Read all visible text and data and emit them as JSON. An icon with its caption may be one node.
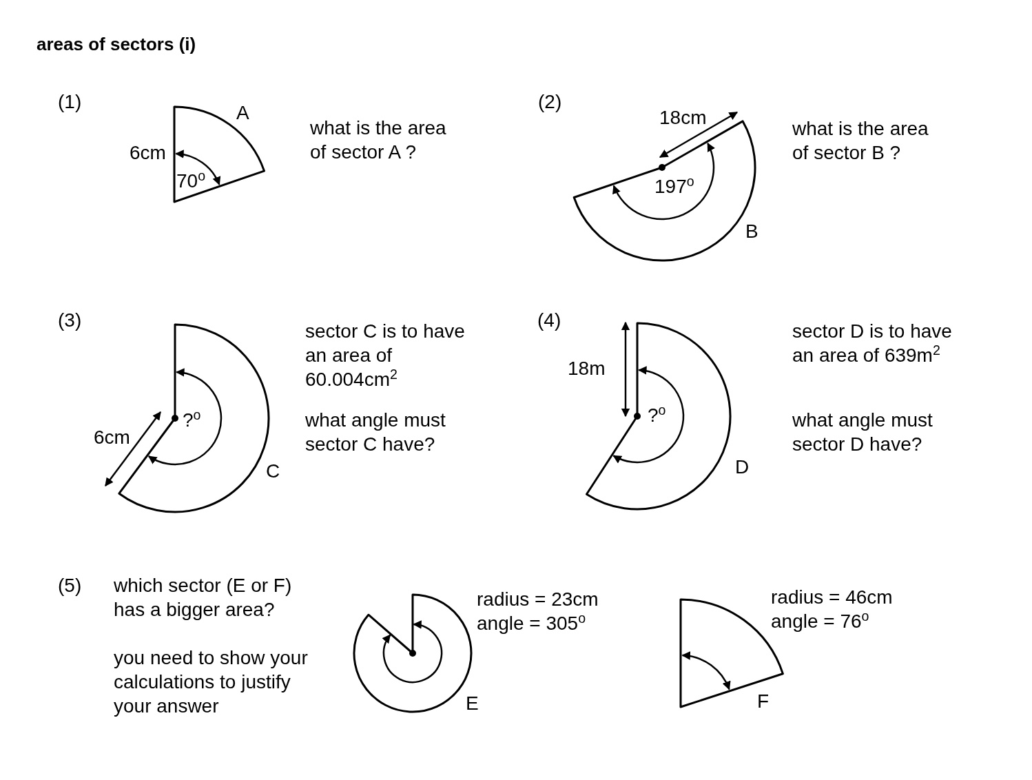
{
  "diagram": {
    "title": "areas of sectors (i)",
    "nodes": [
      {
        "text": [
          "70$^{o}$"
        ],
        "beside": [
          "A"
        ]
      },
      {
        "text": [
          "197$^{o}$"
        ],
        "beside": [
          "B"
        ]
      },
      {
        "text": [
          "?$^{o}$"
        ],
        "beside": [
          "C"
        ]
      },
      {
        "text": [
          "?$^{o}$"
        ],
        "beside": [
          "D"
        ]
      },
      {
        "text": [],
        "shape": "sector",
        "beside": [
          "E"
        ]
      },
      {
        "text": [],
        "shape": "sector",
        "beside": [
          "F"
        ]
      }
    ],
    "edges": [],
    "labels": [
      "(1)",
      "6cm",
      "what is the area of sector A ?",
      "(2)",
      "18cm",
      "what is the area of sector B ?",
      "(3)",
      "sector C is to have an area of 60.004cm$^{2}$",
      "6cm",
      "what angle must sector C have?",
      "(4)",
      "18m",
      "sector D is to have an area of 639m$^{2}$",
      "what angle must sector D have?",
      "(5)",
      "which sector (E or F) has a bigger area?",
      "you need to show your calculations to justify your answer",
      "radius = 23cm angle = 305$^{o}$",
      "radius = 46cm angle = 76$^{o}$"
    ]
  }
}
